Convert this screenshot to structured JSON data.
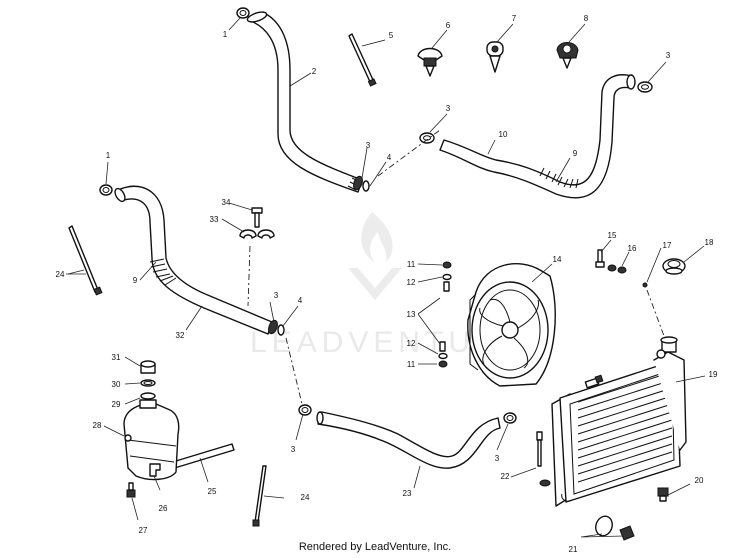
{
  "callouts": [
    {
      "id": "c1a",
      "label": "1"
    },
    {
      "id": "c1b",
      "label": "1"
    },
    {
      "id": "c2",
      "label": "2"
    },
    {
      "id": "c3a",
      "label": "3"
    },
    {
      "id": "c3b",
      "label": "3"
    },
    {
      "id": "c3c",
      "label": "3"
    },
    {
      "id": "c3d",
      "label": "3"
    },
    {
      "id": "c3e",
      "label": "3"
    },
    {
      "id": "c3f",
      "label": "3"
    },
    {
      "id": "c4a",
      "label": "4"
    },
    {
      "id": "c4b",
      "label": "4"
    },
    {
      "id": "c5",
      "label": "5"
    },
    {
      "id": "c6",
      "label": "6"
    },
    {
      "id": "c7",
      "label": "7"
    },
    {
      "id": "c8",
      "label": "8"
    },
    {
      "id": "c9a",
      "label": "9"
    },
    {
      "id": "c9b",
      "label": "9"
    },
    {
      "id": "c10",
      "label": "10"
    },
    {
      "id": "c11a",
      "label": "11"
    },
    {
      "id": "c11b",
      "label": "11"
    },
    {
      "id": "c12a",
      "label": "12"
    },
    {
      "id": "c12b",
      "label": "12"
    },
    {
      "id": "c13",
      "label": "13"
    },
    {
      "id": "c14",
      "label": "14"
    },
    {
      "id": "c15",
      "label": "15"
    },
    {
      "id": "c16",
      "label": "16"
    },
    {
      "id": "c17",
      "label": "17"
    },
    {
      "id": "c18",
      "label": "18"
    },
    {
      "id": "c19",
      "label": "19"
    },
    {
      "id": "c20",
      "label": "20"
    },
    {
      "id": "c21",
      "label": "21"
    },
    {
      "id": "c22",
      "label": "22"
    },
    {
      "id": "c23",
      "label": "23"
    },
    {
      "id": "c24a",
      "label": "24"
    },
    {
      "id": "c24b",
      "label": "24"
    },
    {
      "id": "c25",
      "label": "25"
    },
    {
      "id": "c26",
      "label": "26"
    },
    {
      "id": "c27",
      "label": "27"
    },
    {
      "id": "c28",
      "label": "28"
    },
    {
      "id": "c29",
      "label": "29"
    },
    {
      "id": "c30",
      "label": "30"
    },
    {
      "id": "c31",
      "label": "31"
    },
    {
      "id": "c32",
      "label": "32"
    },
    {
      "id": "c33",
      "label": "33"
    },
    {
      "id": "c34",
      "label": "34"
    }
  ],
  "watermark": {
    "text": "LEADVENTURE"
  },
  "footer": {
    "text": "Rendered by LeadVenture, Inc."
  }
}
